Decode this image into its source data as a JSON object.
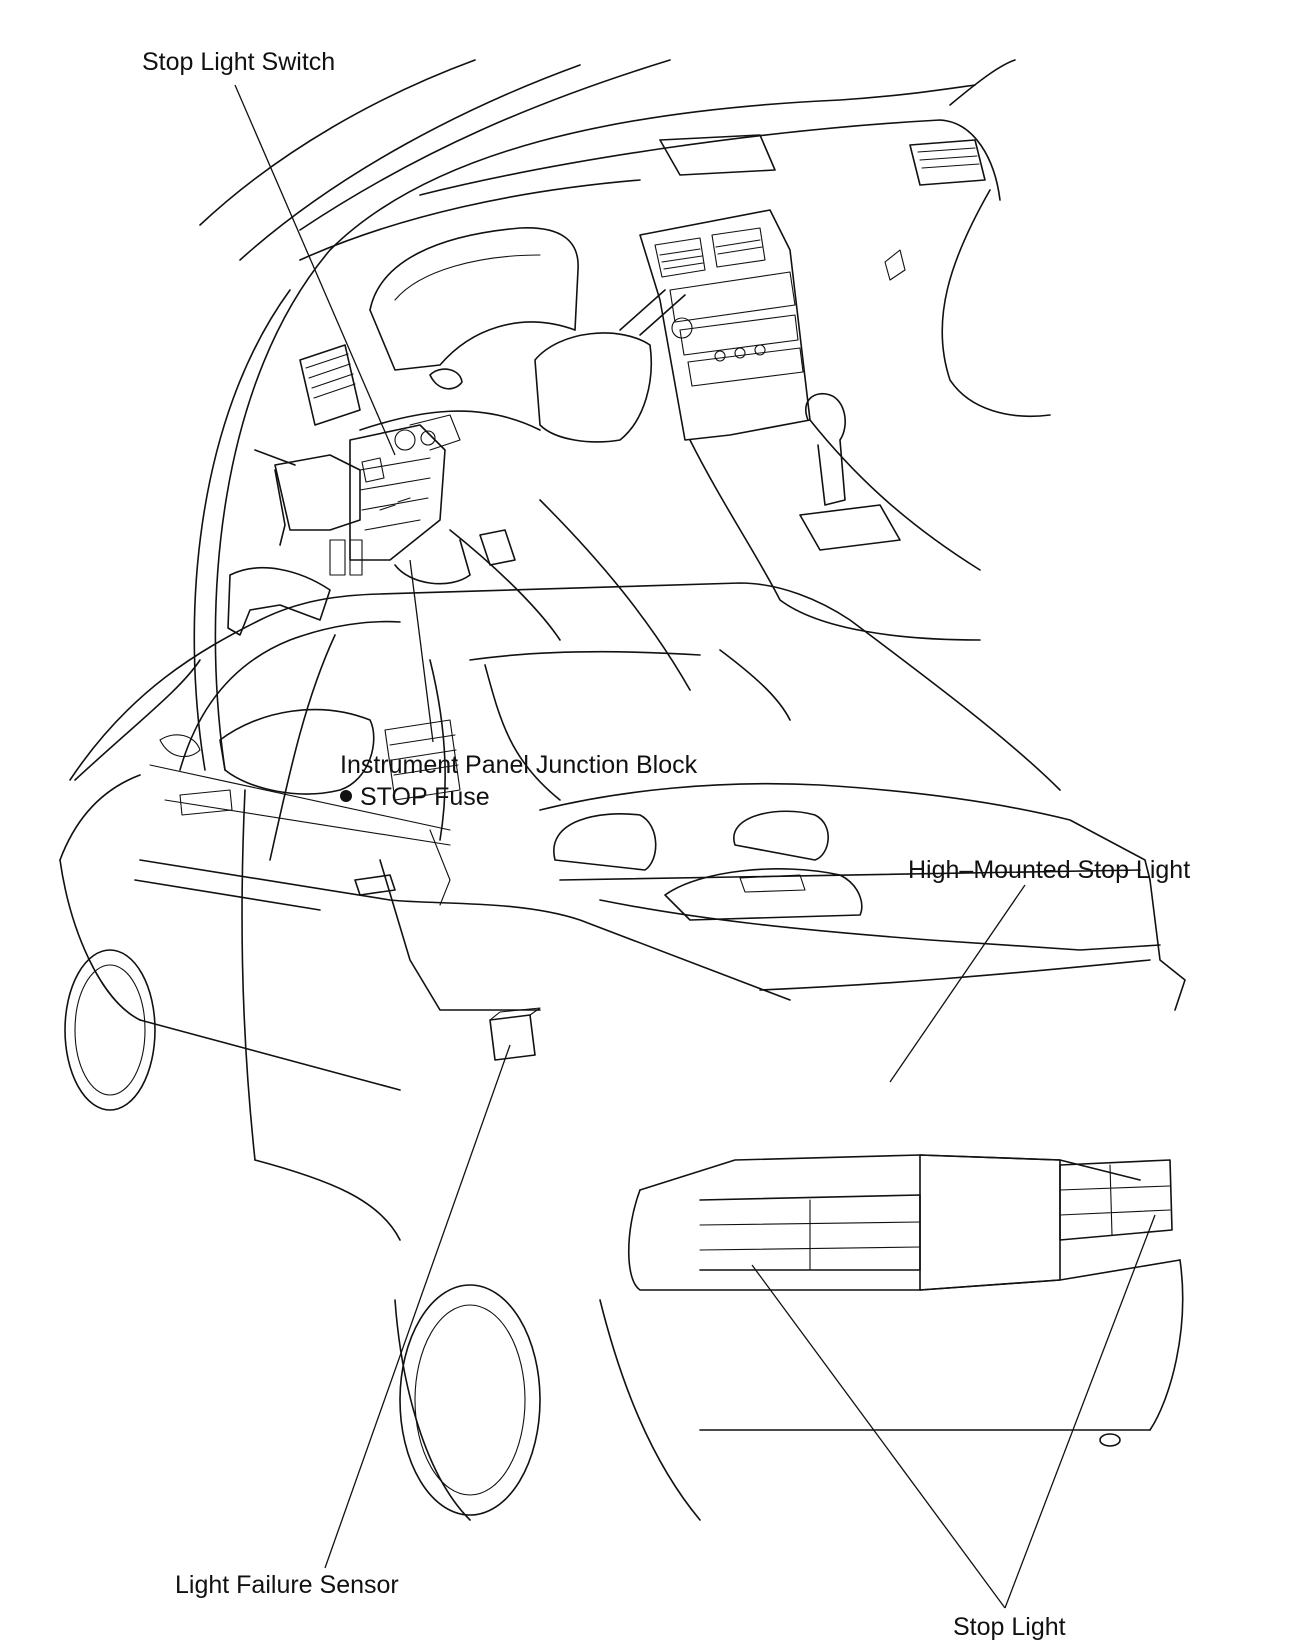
{
  "callouts": {
    "stop_light_switch": "Stop Light Switch",
    "junction_block": "Instrument Panel Junction Block",
    "stop_fuse": "STOP Fuse",
    "high_mounted_stop_light": "High–Mounted Stop Light",
    "light_failure_sensor": "Light Failure Sensor",
    "stop_light": "Stop Light"
  }
}
